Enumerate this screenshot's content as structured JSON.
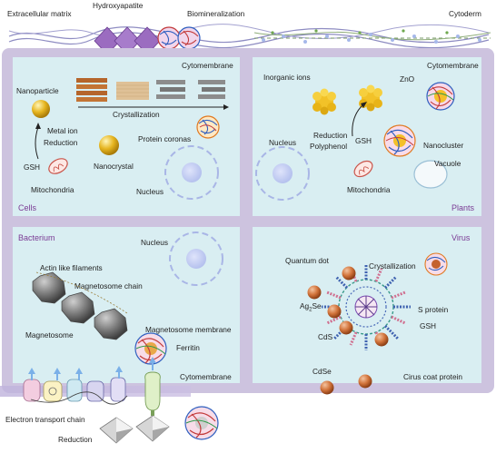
{
  "top": {
    "extracellular_matrix": "Extracellular matrix",
    "hydroxyapatite": "Hydroxyapatite",
    "biomineralization": "Biomineralization",
    "cytoderm": "Cytoderm"
  },
  "cells": {
    "title": "Cells",
    "cytomembrane": "Cytomembrane",
    "nanoparticle": "Nanoparticle",
    "crystallization": "Crystallization",
    "metal_ion": "Metal ion",
    "reduction": "Reduction",
    "protein_coronas": "Protein coronas",
    "nanocrystal": "Nanocrystal",
    "gsh": "GSH",
    "mitochondria": "Mitochondria",
    "nucleus": "Nucleus"
  },
  "plants": {
    "title": "Plants",
    "cytomembrane": "Cytomembrane",
    "inorganic_ions": "Inorganic ions",
    "zno": "ZnO",
    "nucleus": "Nucleus",
    "reduction": "Reduction",
    "polyphenol": "Polyphenol",
    "gsh": "GSH",
    "nanocluster": "Nanocluster",
    "vacuole": "Vacuole",
    "mitochondria": "Mitochondria"
  },
  "bacterium": {
    "title": "Bacterium",
    "nucleus": "Nucleus",
    "actin_filaments": "Actin like filaments",
    "magnetosome_chain": "Magnetosome chain",
    "magnetosome": "Magnetosome",
    "magnetosome_membrane": "Magnetosome membrane",
    "ferritin": "Ferritin",
    "cytomembrane": "Cytomembrane"
  },
  "virus": {
    "title": "Virus",
    "quantum_dot": "Quantum dot",
    "crystallization": "Crystallization",
    "ag2se_base": "Ag",
    "ag2se_sub": "2",
    "ag2se_tail": "Se",
    "s_protein": "S protein",
    "gsh": "GSH",
    "cds": "CdS",
    "cdse": "CdSe",
    "coat_protein": "Cirus coat protein"
  },
  "bottom": {
    "electron_transport_chain": "Electron transport chain",
    "reduction": "Reduction"
  },
  "colors": {
    "panel_fill": "#d9eef2",
    "outer_frame": "#c8bedb",
    "title_purple": "#7a3a94",
    "gold": "#e0b21c",
    "copper": "#c4622e",
    "gray_particle": "#7b7b7b",
    "membrane_blue": "#a9b6e6",
    "arrow_blue": "#7ab0e8"
  }
}
